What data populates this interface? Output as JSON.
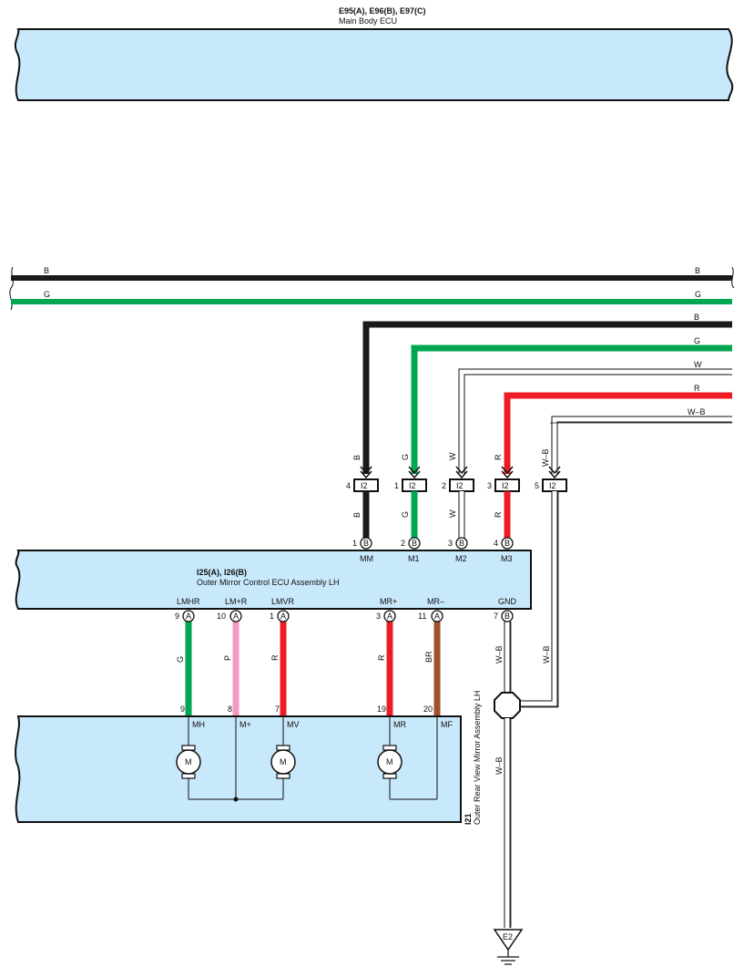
{
  "main_body_ecu": {
    "connectors": "E95(A), E96(B), E97(C)",
    "name": "Main Body ECU"
  },
  "bus_wires": [
    {
      "left_label": "B",
      "right_label": "B",
      "color": "#1a1a1a"
    },
    {
      "left_label": "G",
      "right_label": "G",
      "color": "#00a651"
    }
  ],
  "branch_wires": [
    {
      "label": "B",
      "color": "#1a1a1a",
      "style": "solid"
    },
    {
      "label": "G",
      "color": "#00a651",
      "style": "solid"
    },
    {
      "label": "W",
      "color": "#ffffff",
      "style": "outline"
    },
    {
      "label": "R",
      "color": "#ed1c24",
      "style": "solid"
    },
    {
      "label": "W–B",
      "color": "#ffffff",
      "style": "outline"
    }
  ],
  "i2_connectors": [
    {
      "pin": "4",
      "name": "I2",
      "wire_above": "B",
      "wire_below": "B"
    },
    {
      "pin": "1",
      "name": "I2",
      "wire_above": "G",
      "wire_below": "G"
    },
    {
      "pin": "2",
      "name": "I2",
      "wire_above": "W",
      "wire_below": "W"
    },
    {
      "pin": "3",
      "name": "I2",
      "wire_above": "R",
      "wire_below": "R"
    },
    {
      "pin": "5",
      "name": "I2",
      "wire_above": "W–B",
      "wire_below": ""
    }
  ],
  "mirror_ecu": {
    "connectors": "I25(A), I26(B)",
    "name": "Outer Mirror Control ECU Assembly LH",
    "top_pins": [
      {
        "pin": "1",
        "conn": "B",
        "label": "MM"
      },
      {
        "pin": "2",
        "conn": "B",
        "label": "M1"
      },
      {
        "pin": "3",
        "conn": "B",
        "label": "M2"
      },
      {
        "pin": "4",
        "conn": "B",
        "label": "M3"
      }
    ],
    "bottom_pins": [
      {
        "pin": "9",
        "conn": "A",
        "label": "LMHR",
        "wire": "G",
        "color": "#00a651"
      },
      {
        "pin": "10",
        "conn": "A",
        "label": "LM+R",
        "wire": "P",
        "color": "#f49ac1"
      },
      {
        "pin": "1",
        "conn": "A",
        "label": "LMVR",
        "wire": "R",
        "color": "#ed1c24"
      },
      {
        "pin": "3",
        "conn": "A",
        "label": "MR+",
        "wire": "R",
        "color": "#ed1c24"
      },
      {
        "pin": "11",
        "conn": "A",
        "label": "MR–",
        "wire": "BR",
        "color": "#a0522d"
      },
      {
        "pin": "7",
        "conn": "B",
        "label": "GND",
        "wire": "W–B",
        "color": "#ffffff"
      }
    ]
  },
  "mirror_assembly": {
    "code": "I21",
    "name": "Outer Rear View Mirror Assembly LH",
    "pins": [
      {
        "pin": "9",
        "label": "MH"
      },
      {
        "pin": "8",
        "label": "M+"
      },
      {
        "pin": "7",
        "label": "MV"
      },
      {
        "pin": "19",
        "label": "MR"
      },
      {
        "pin": "20",
        "label": "MF"
      }
    ],
    "motor_label": "M"
  },
  "ground": {
    "wire_upper": "W–B",
    "wire_right": "W–B",
    "wire_lower": "W–B",
    "point": "E2"
  }
}
